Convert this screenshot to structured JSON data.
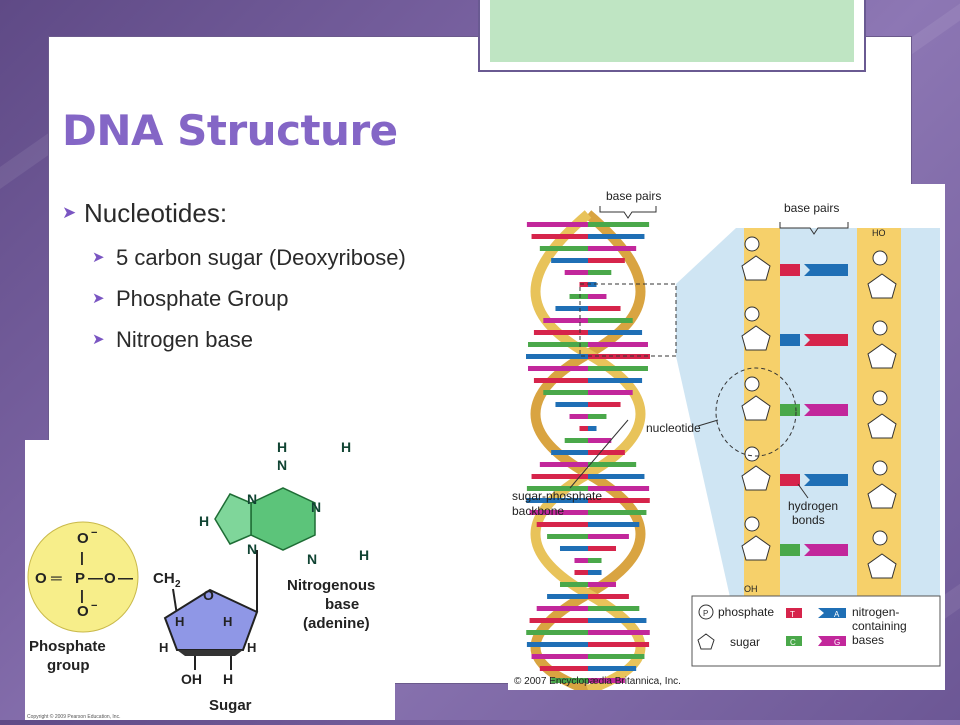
{
  "slide": {
    "title": "DNA Structure",
    "bullets": {
      "main": "Nucleotides:",
      "sub": [
        "5 carbon sugar (Deoxyribose)",
        "Phosphate Group",
        "Nitrogen base"
      ]
    }
  },
  "nucleotide_figure": {
    "phosphate_label": "Phosphate group",
    "sugar_label": "Sugar",
    "base_label": "Nitrogenous base (adenine)",
    "base_label_lines": [
      "Nitrogenous",
      "base",
      "(adenine)"
    ],
    "phosphate_label_lines": [
      "Phosphate",
      "group"
    ],
    "copyright": "Copyright © 2009 Pearson Education, Inc."
  },
  "dna_figure": {
    "base_pairs_left": "base pairs",
    "base_pairs_right": "base pairs",
    "nucleotide_label": "nucleotide",
    "backbone_label": [
      "sugar-phosphate",
      "backbone"
    ],
    "hydrogen_label": [
      "hydrogen",
      "bonds"
    ],
    "ho_label": "HO",
    "oh_label": "OH",
    "legend": {
      "phosphate": "phosphate",
      "sugar": "sugar",
      "bases": [
        "nitrogen-",
        "containing",
        "bases"
      ]
    },
    "copyright": "© 2007 Encyclopædia Britannica, Inc."
  },
  "colors": {
    "title": "#8466c6",
    "bullet": "#7a55c2",
    "thymine": "#d6244b",
    "adenine": "#1f6fb5",
    "cytosine": "#4aa84a",
    "guanine": "#c2279b",
    "backbone": "#f2c94c"
  }
}
